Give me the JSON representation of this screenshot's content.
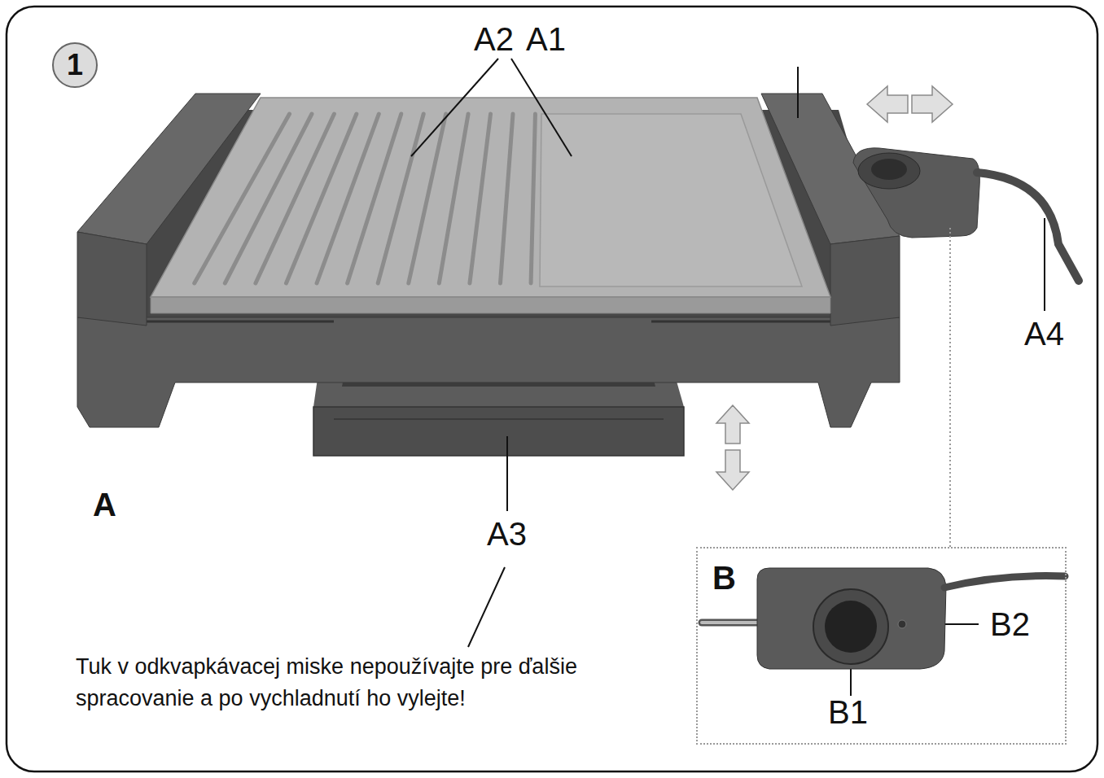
{
  "diagram": {
    "nodes": [
      {
        "text": [
          "1"
        ]
      },
      {
        "text": [
          "B"
        ]
      }
    ],
    "labels": [
      "A2",
      "A1",
      "A4",
      "A",
      "A3",
      "Tuk v odkvapkávacej miske nepoužívajte pre ďalšie spracovanie a po vychladnutí ho vylejte!",
      "B1",
      "B2"
    ]
  }
}
